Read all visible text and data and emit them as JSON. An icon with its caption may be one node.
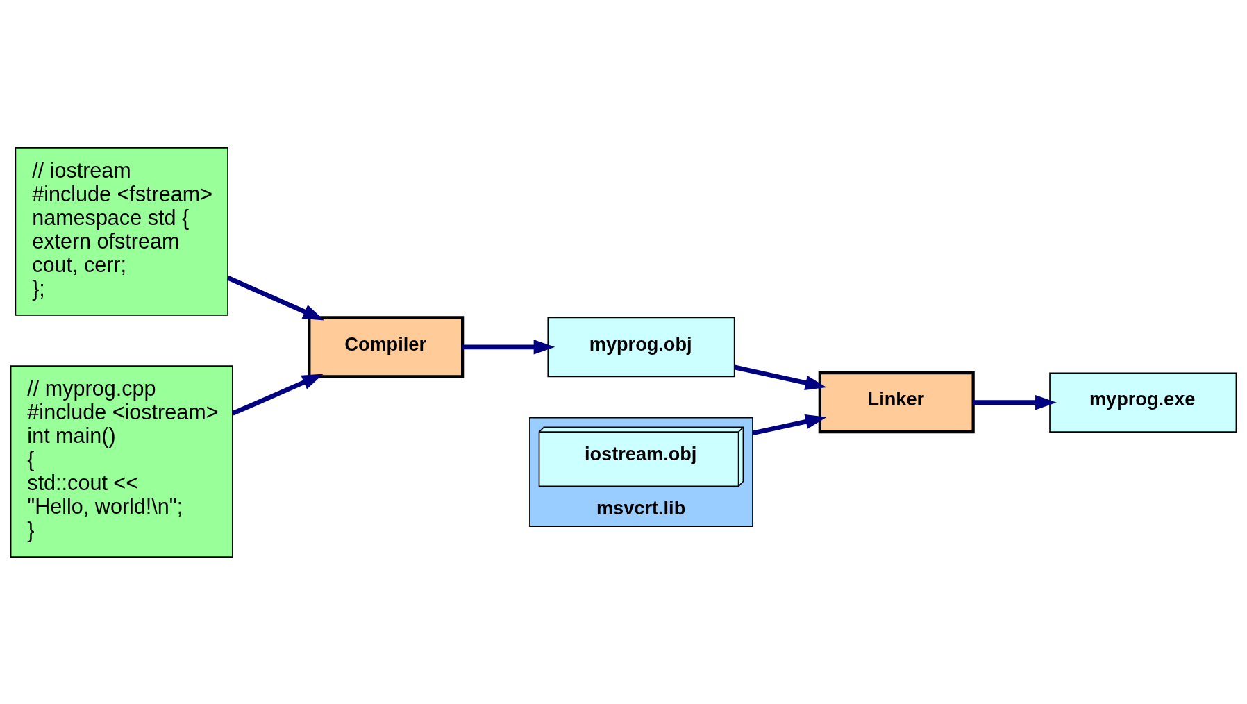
{
  "diagram": {
    "nodes": [
      {
        "text": [
          "// iostream",
          "#include <fstream>",
          "namespace std {",
          "extern ofstream",
          "cout, cerr;",
          "};"
        ]
      },
      {
        "text": [
          "msvcrt.lib"
        ]
      },
      {
        "text": [
          "iostream.obj"
        ],
        "in": 1
      },
      {
        "text": [
          "// myprog.cpp",
          "#include <iostream>",
          "int main()",
          "{",
          "std::cout <<",
          "\"Hello, world!\\n\";",
          "}"
        ]
      },
      {
        "text": [
          "Compiler"
        ]
      },
      {
        "text": [
          "myprog.obj"
        ]
      },
      {
        "text": [
          "Linker"
        ]
      },
      {
        "text": [
          "myprog.exe"
        ]
      }
    ],
    "edges": [
      {
        "from": 0,
        "to": 4,
        "arrow": "to"
      },
      {
        "from": 3,
        "to": 4,
        "arrow": "to"
      },
      {
        "from": 4,
        "to": 5,
        "arrow": "to"
      },
      {
        "from": 1,
        "to": 6,
        "arrow": "to"
      },
      {
        "from": 5,
        "to": 6,
        "arrow": "to"
      },
      {
        "from": 6,
        "to": 7,
        "arrow": "to"
      }
    ]
  }
}
